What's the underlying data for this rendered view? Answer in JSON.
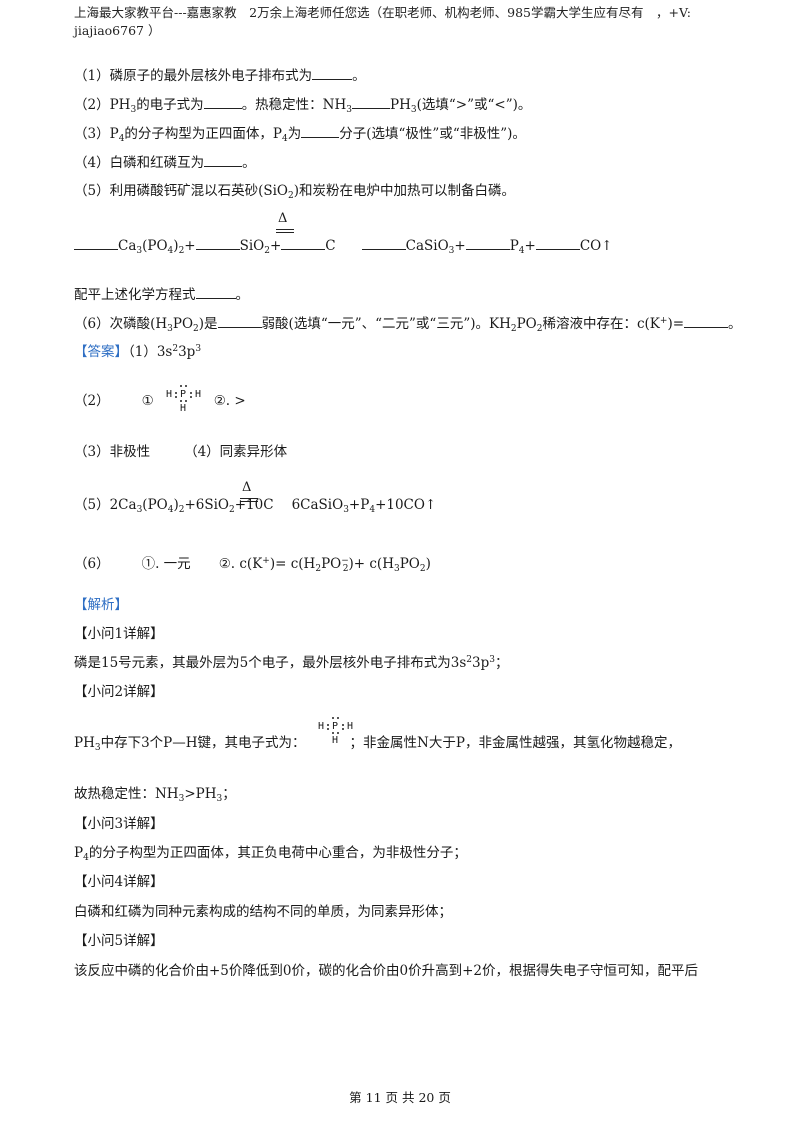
{
  "header": {
    "text": "上海最大家教平台---嘉惠家教　2万余上海老师任您选（在职老师、机构老师、985学霸大学生应有尽有　，+V: jiajiao6767 ）"
  },
  "questions": {
    "q1": "（1）磷原子的最外层核外电子排布式为",
    "q2a": "（2）PH",
    "q2b": "的电子式为",
    "q2c": "。热稳定性：NH",
    "q2d": "PH",
    "q2e": "(选填“>”或“<”)。",
    "q3a": "（3）P",
    "q3b": "的分子构型为正四面体，P",
    "q3c": "为",
    "q3d": "分子(选填“极性”或“非极性”)。",
    "q4": "（4）白磷和红磷互为",
    "q5": "（5）利用磷酸钙矿混以石英砂(SiO",
    "q5b": ")和炭粉在电炉中加热可以制备白磷。",
    "eq_parts": [
      "Ca",
      "(PO",
      ")",
      "+",
      "SiO",
      "+",
      "C",
      "CaSiO",
      "+",
      "P",
      "+",
      "CO↑"
    ],
    "heat_symbol": "Δ",
    "q5_balance": "配平上述化学方程式",
    "q6a": "（6）次磷酸(H",
    "q6b": "PO",
    "q6c": ")是",
    "q6d": "弱酸(选填“一元”、“二元”或“三元”)。KH",
    "q6e": "PO",
    "q6f": "稀溶液中存在：c(K",
    "q6g": ")=",
    "period": "。",
    "sub2": "2",
    "sub3": "3",
    "sub4": "4",
    "plus": "+"
  },
  "answer": {
    "label": "【答案】",
    "a1": "（1）3s",
    "a1_sup1": "2",
    "a1_mid": "3p",
    "a1_sup2": "3",
    "a2_prefix": "（2）",
    "a2_c1": "①",
    "a2_c2": "②. >",
    "a3": "（3）非极性",
    "a4": "（4）同素异形体",
    "a5": "（5）2Ca",
    "a5_parts": [
      "(PO",
      ")",
      "+6SiO",
      "+10C",
      "6CaSiO",
      "+P",
      "+10CO↑"
    ],
    "a6_prefix": "（6）",
    "a6_c1": "①. 一元",
    "a6_c2": "②. c(K",
    "a6_tail": ")= c(H",
    "a6_tail2": "PO",
    "a6_minus": "−",
    "a6_tail3": ")+ c(H",
    "a6_tail4": "PO",
    "a6_tail5": ")"
  },
  "lewis": {
    "H": "H",
    "P": "P"
  },
  "analysis": {
    "label": "【解析】",
    "s1": "【小问1详解】",
    "p1a": "磷是15号元素，其最外层为5个电子，最外层核外电子排布式为3s",
    "p1b": "3p",
    "p1c": "；",
    "s2": "【小问2详解】",
    "p2a": "PH",
    "p2b": "中存下3个P—H键，其电子式为：",
    "p2c": "；非金属性N大于P，非金属性越强，其氢化物越稳定，",
    "p2d": "故热稳定性：NH",
    "p2e": ">PH",
    "p2f": "；",
    "s3": "【小问3详解】",
    "p3a": "P",
    "p3b": "的分子构型为正四面体，其正负电荷中心重合，为非极性分子；",
    "s4": "【小问4详解】",
    "p4": "白磷和红磷为同种元素构成的结构不同的单质，为同素异形体；",
    "s5": "【小问5详解】",
    "p5": "该反应中磷的化合价由+5价降低到0价，碳的化合价由0价升高到+2价，根据得失电子守恒可知，配平后"
  },
  "footer": {
    "text": "第 11 页 共 20 页"
  }
}
